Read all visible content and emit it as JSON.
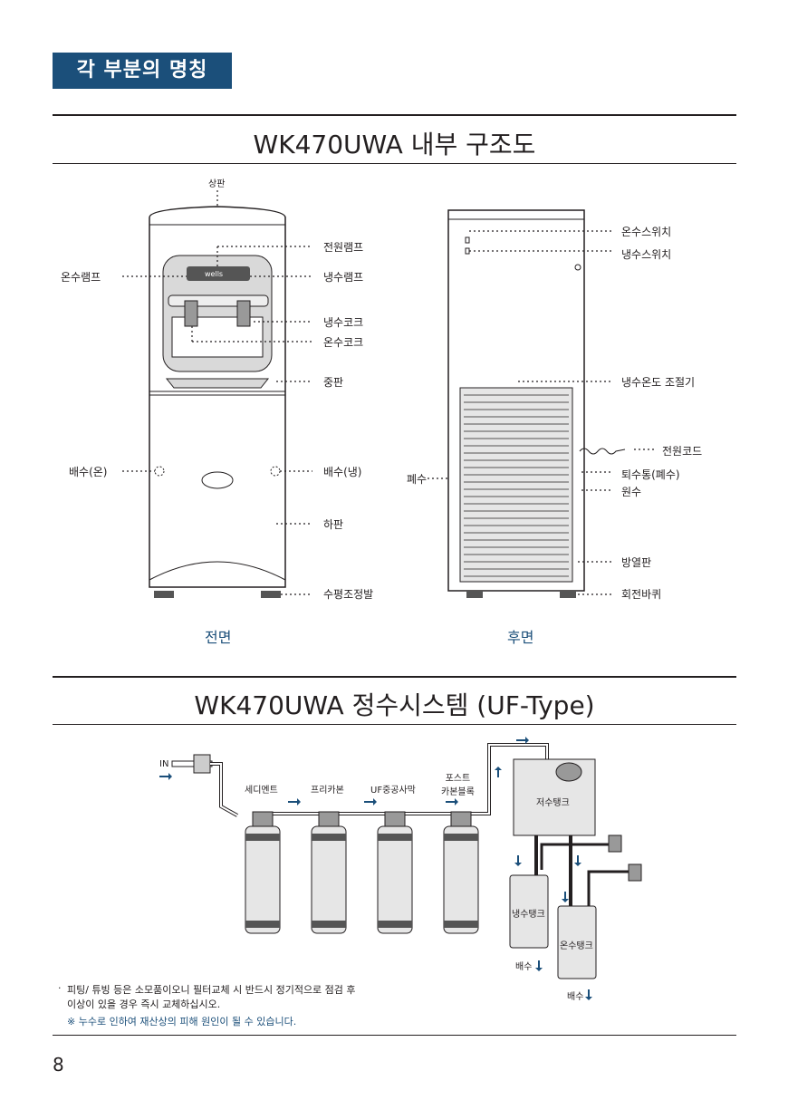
{
  "section_heading": "각 부분의 명칭",
  "internal_title": "WK470UWA 내부 구조도",
  "front": {
    "caption": "전면",
    "labels": {
      "top_panel": "상판",
      "power_lamp": "전원램프",
      "hot_lamp": "온수램프",
      "cold_lamp": "냉수램프",
      "cold_cock": "냉수코크",
      "hot_cock": "온수코크",
      "middle_panel": "중판",
      "drain_hot": "배수(온)",
      "drain_cold": "배수(냉)",
      "lower_panel": "하판",
      "leveling_foot": "수평조정발"
    },
    "logo": "wells"
  },
  "rear": {
    "caption": "후면",
    "labels": {
      "hot_switch": "온수스위치",
      "cold_switch": "냉수스위치",
      "cold_temp_control": "냉수온도 조절기",
      "power_cord": "전원코드",
      "waste_water": "폐수",
      "drain_tank": "퇴수통(폐수)",
      "raw_water": "원수",
      "radiator": "방열판",
      "caster": "회전바퀴"
    }
  },
  "system_title": "WK470UWA 정수시스템 (UF-Type)",
  "system": {
    "inlet": "IN",
    "filters": [
      "세디멘트",
      "프리카본",
      "UF중공사막",
      "포스트\n카본블록"
    ],
    "reservoir_tank": "저수탱크",
    "cold_tank": "냉수탱크",
    "hot_tank": "온수탱크",
    "drain": "배수"
  },
  "notes": {
    "line1": "피팅/ 튜빙 등은 소모품이오니 필터교체 시 반드시 정기적으로 점검 후",
    "line2": "이상이 있을 경우 즉시 교체하십시오.",
    "warning": "※ 누수로 인하여 재산상의 피해 원인이 될 수 있습니다."
  },
  "page_number": "8",
  "colors": {
    "accent": "#1b4f7a",
    "text": "#231f20"
  }
}
